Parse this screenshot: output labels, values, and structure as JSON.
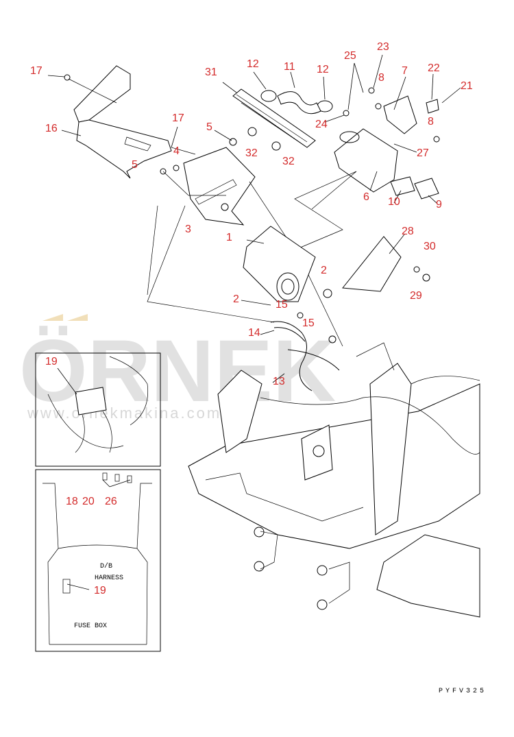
{
  "watermark": {
    "brand": "ÖRNEK",
    "url": "www.ornekmakina.com.tr"
  },
  "drawing_code": "PYFV325",
  "callouts": [
    "17",
    "16",
    "5",
    "17",
    "4",
    "5",
    "31",
    "12",
    "11",
    "12",
    "25",
    "23",
    "8",
    "7",
    "22",
    "21",
    "24",
    "8",
    "32",
    "32",
    "27",
    "6",
    "10",
    "9",
    "3",
    "1",
    "28",
    "2",
    "30",
    "29",
    "2",
    "15",
    "15",
    "14",
    "13",
    "19",
    "18",
    "20",
    "26",
    "19"
  ],
  "inset_labels": {
    "db": "D/B",
    "harness": "HARNESS",
    "fuse_box": "FUSE BOX"
  },
  "colors": {
    "callout": "#d32a2a",
    "line": "#000000",
    "watermark": "#c9c9c9"
  }
}
